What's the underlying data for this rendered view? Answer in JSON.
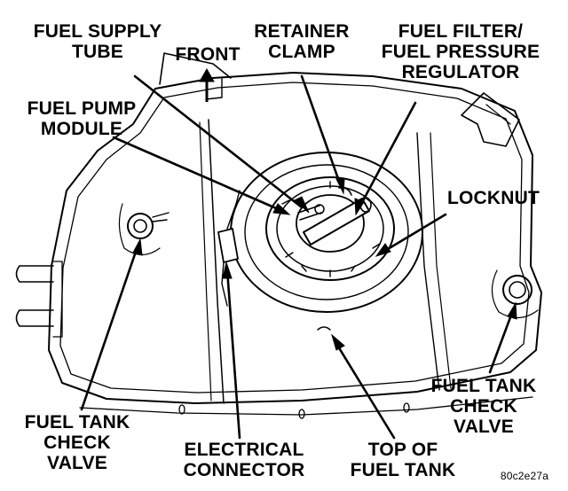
{
  "labels": {
    "fuel_supply_tube": [
      "FUEL SUPPLY",
      "TUBE"
    ],
    "front": "FRONT",
    "retainer_clamp": [
      "RETAINER",
      "CLAMP"
    ],
    "fuel_filter": [
      "FUEL FILTER/",
      "FUEL PRESSURE",
      "REGULATOR"
    ],
    "fuel_pump_module": [
      "FUEL PUMP",
      "MODULE"
    ],
    "locknut": "LOCKNUT",
    "check_valve_left": [
      "FUEL TANK",
      "CHECK",
      "VALVE"
    ],
    "check_valve_right": [
      "FUEL TANK",
      "CHECK",
      "VALVE"
    ],
    "electrical_connector": [
      "ELECTRICAL",
      "CONNECTOR"
    ],
    "top_of_fuel_tank": [
      "TOP OF",
      "FUEL TANK"
    ],
    "figure_id": "80c2e27a"
  },
  "colors": {
    "ink": "#000000",
    "paper": "#ffffff"
  }
}
